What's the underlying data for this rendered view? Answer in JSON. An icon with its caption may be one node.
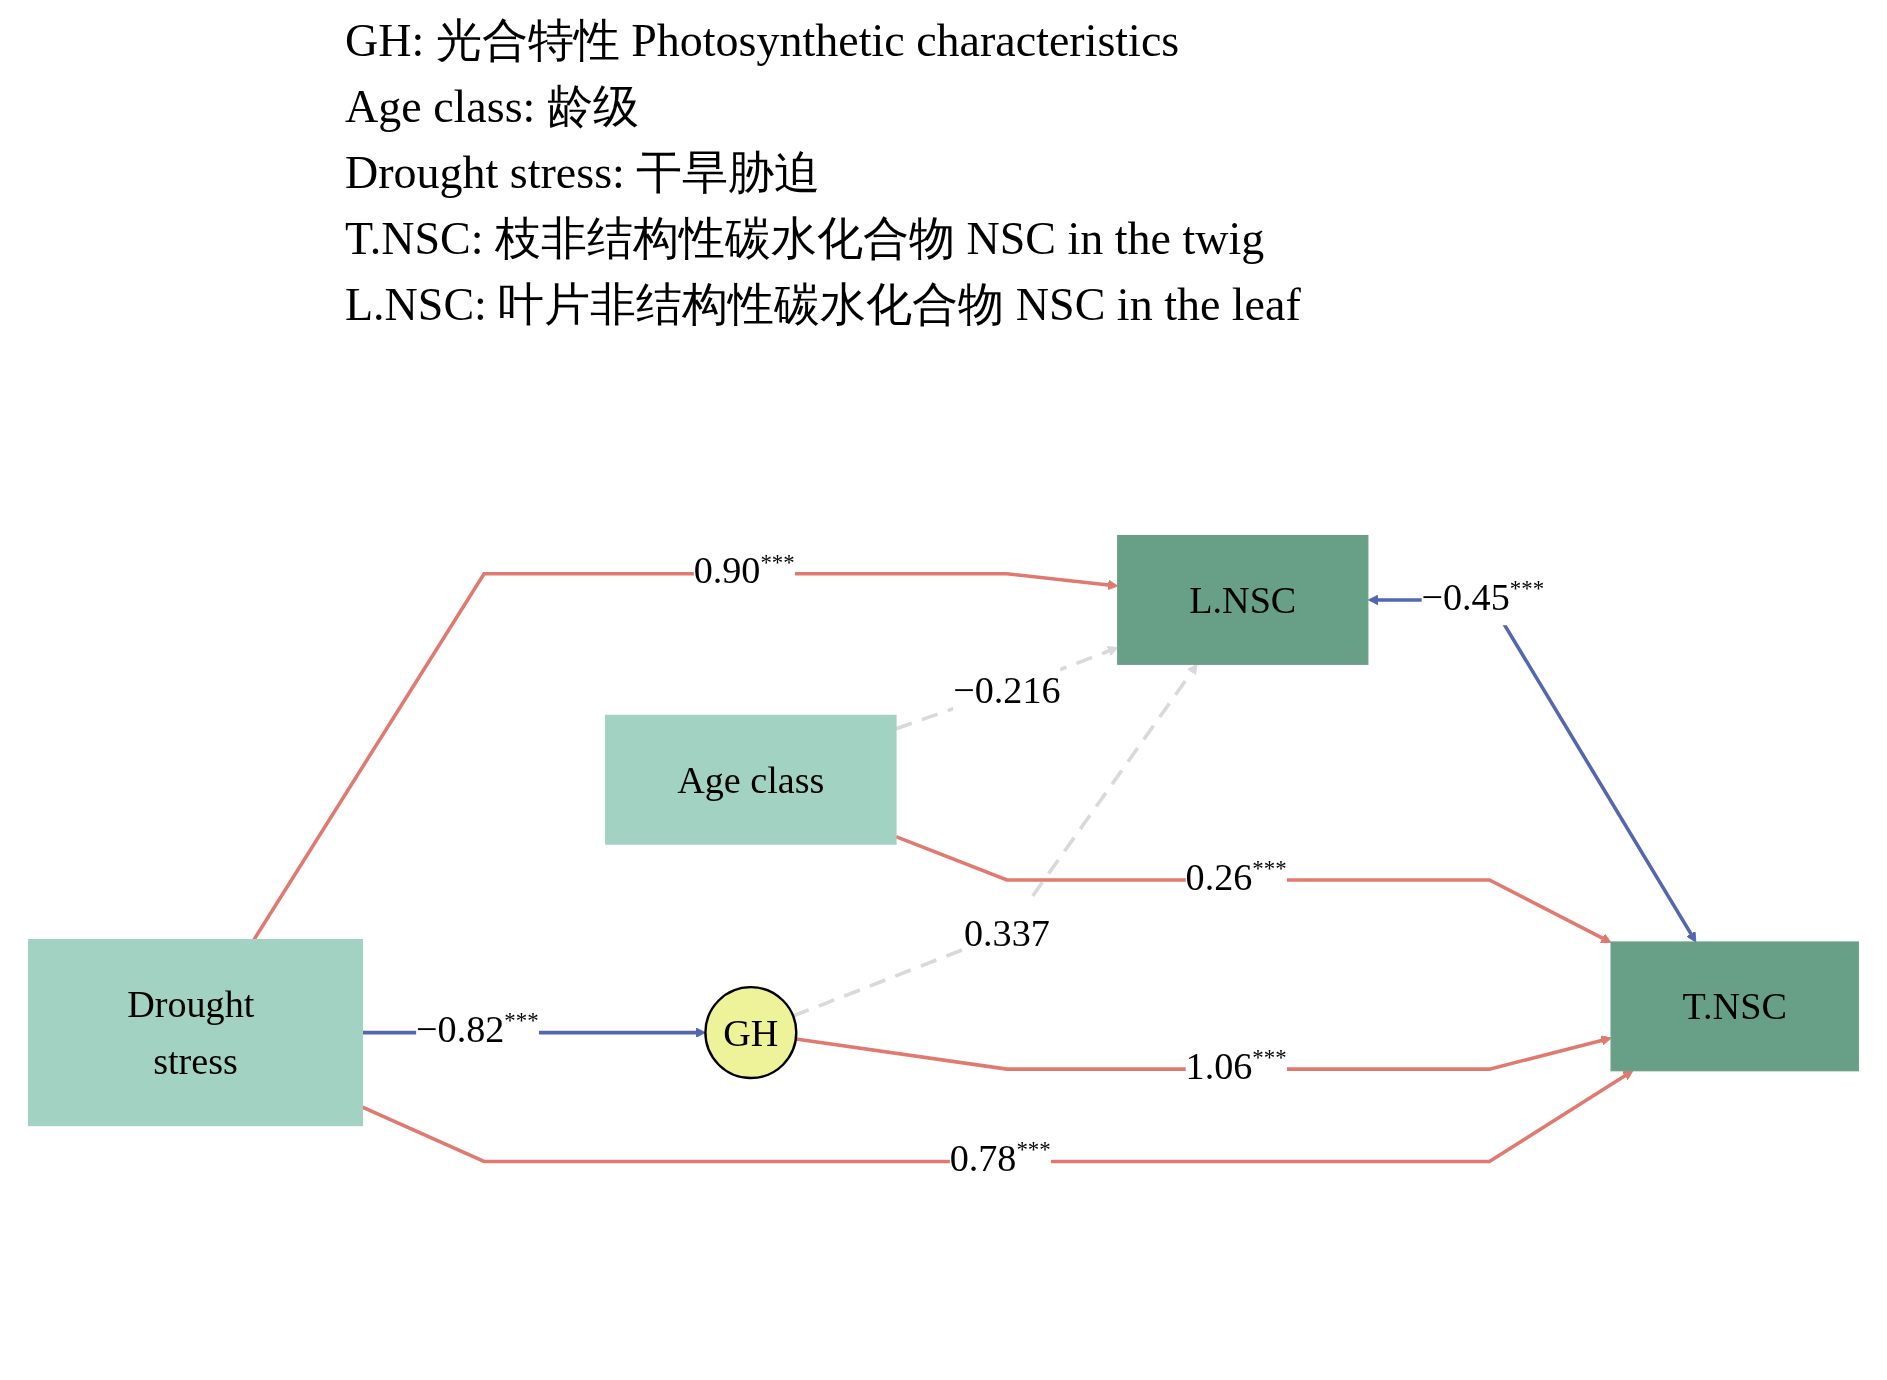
{
  "diagram": {
    "nodes": [
      {
        "text": [
          "L.NSC"
        ]
      },
      {
        "text": [
          "Drought stress"
        ]
      },
      {
        "text": [
          "GH"
        ]
      },
      {
        "text": [
          "Age class"
        ]
      },
      {
        "text": [
          "T.NSC"
        ]
      }
    ],
    "edges": [
      {
        "from": 1,
        "to": 0,
        "arrow": "to",
        "label": "0.90$^{***}$"
      },
      {
        "from": 3,
        "to": 0,
        "arrow": "to",
        "label": "−0.216",
        "style": "dashed",
        "color": "#d9d9d9"
      },
      {
        "from": 2,
        "to": 0,
        "arrow": "to",
        "label": "0.337",
        "style": "dashed",
        "color": "#d9d9d9"
      },
      {
        "from": 0,
        "to": 4,
        "arrow": "both",
        "label": "−0.45$^{***}$",
        "color": "#5566b0"
      },
      {
        "from": 1,
        "to": 2,
        "arrow": "to",
        "label": "−0.82$^{***}$",
        "color": "#5566b0"
      },
      {
        "from": 2,
        "to": 4,
        "arrow": "to",
        "label": "1.06$^{***}$"
      },
      {
        "from": 1,
        "to": 4,
        "arrow": "to",
        "label": "0.78$^{***}$"
      },
      {
        "from": 3,
        "to": 4,
        "arrow": "to",
        "label": "0.26$^{***}$"
      }
    ],
    "labels": [
      "GH: 光合特性 Photosynthetic characteristics",
      "Age class: 龄级",
      "Drought stress: 干旱胁迫",
      "T.NSC: 枝非结构性碳水化合物 NSC in the twig",
      "L.NSC: 叶片非结构性碳水化合物 NSC in the leaf"
    ]
  }
}
